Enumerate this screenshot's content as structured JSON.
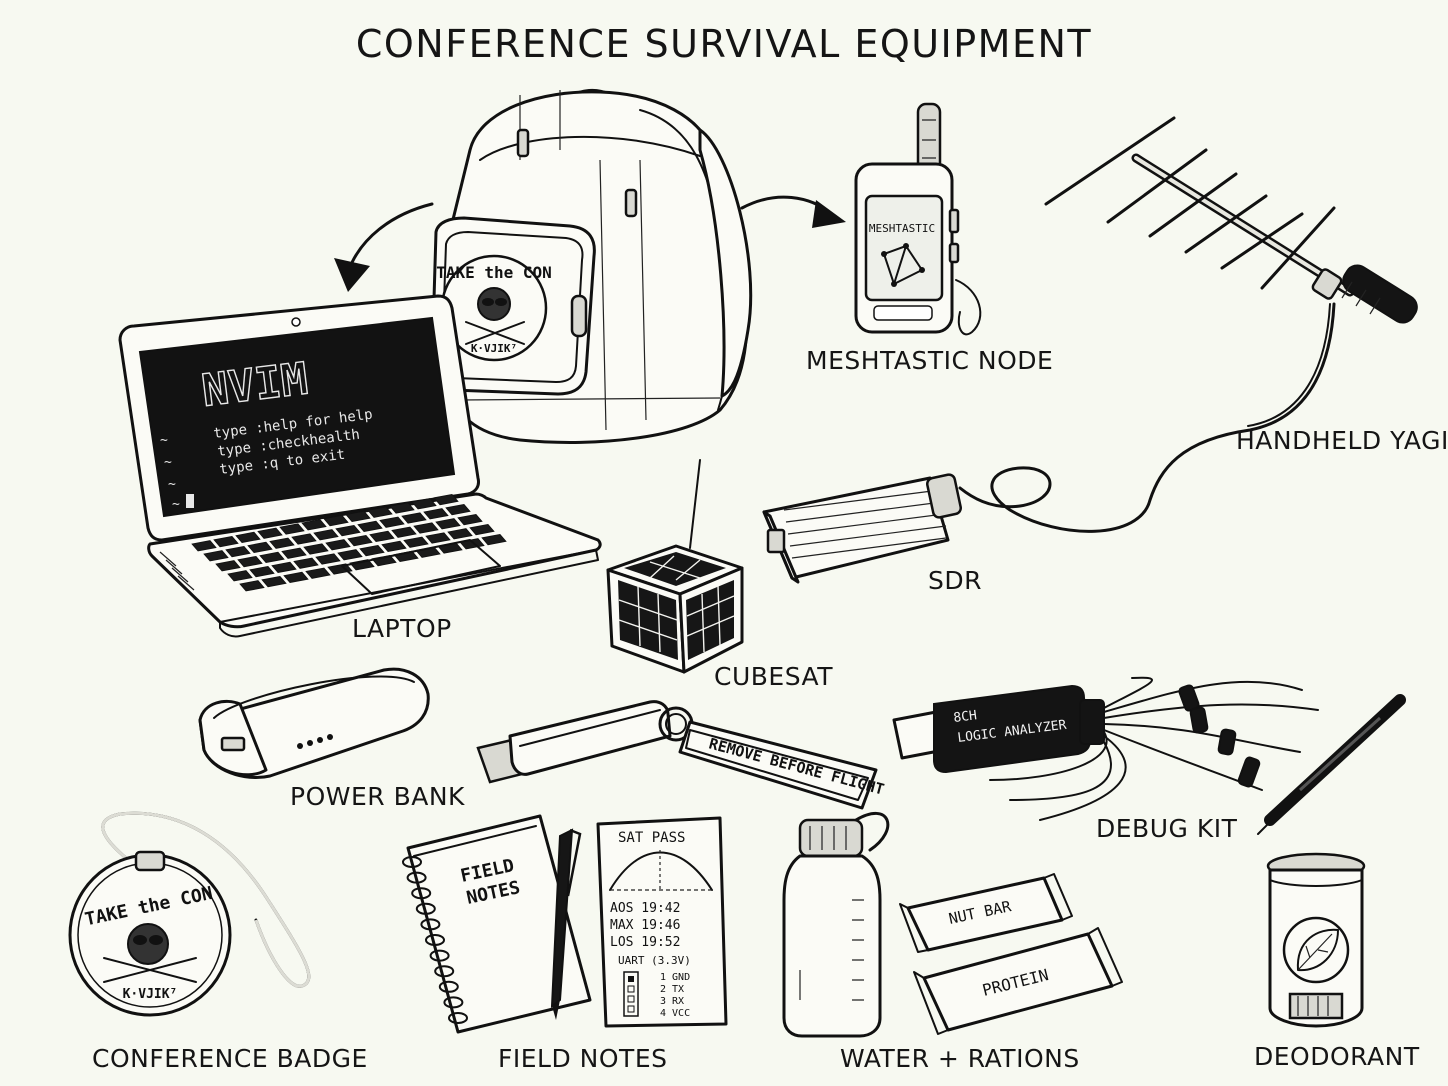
{
  "title": "CONFERENCE SURVIVAL EQUIPMENT",
  "labels": {
    "meshtastic_node": "MESHTASTIC NODE",
    "handheld_yagi": "HANDHELD YAGI",
    "laptop": "LAPTOP",
    "sdr": "SDR",
    "cubesat": "CUBESAT",
    "power_bank": "POWER BANK",
    "debug_kit": "DEBUG KIT",
    "conference_badge": "CONFERENCE BADGE",
    "field_notes": "FIELD NOTES",
    "water_rations": "WATER + RATIONS",
    "deodorant": "DEODORANT"
  },
  "backpack": {
    "patch_line1": "TAKE the CON",
    "patch_line2": "K·VJIK⁷"
  },
  "meshtastic": {
    "screen_text": "MESHTASTIC"
  },
  "laptop": {
    "logo": "NVIM",
    "lines": [
      "type  :help for help",
      "type  :checkhealth",
      "type  :q to exit"
    ],
    "tilde": "~"
  },
  "usb_tag": {
    "text": "REMOVE BEFORE FLIGHT"
  },
  "logic_analyzer": {
    "line1": "8CH",
    "line2": "LOGIC ANALYZER"
  },
  "badge": {
    "line1": "TAKE the CON",
    "line2": "K·VJIK⁷"
  },
  "field_notes": {
    "cover_line1": "FIELD",
    "cover_line2": "NOTES"
  },
  "sat_pass": {
    "title": "SAT PASS",
    "aos": "AOS  19:42",
    "max": "MAX  19:46",
    "los": "LOS  19:52",
    "uart": "UART (3.3V)",
    "pins": [
      "1 GND",
      "2 TX",
      "3 RX",
      "4 VCC"
    ]
  },
  "rations": {
    "bar1": "NUT BAR",
    "bar2": "PROTEIN"
  }
}
